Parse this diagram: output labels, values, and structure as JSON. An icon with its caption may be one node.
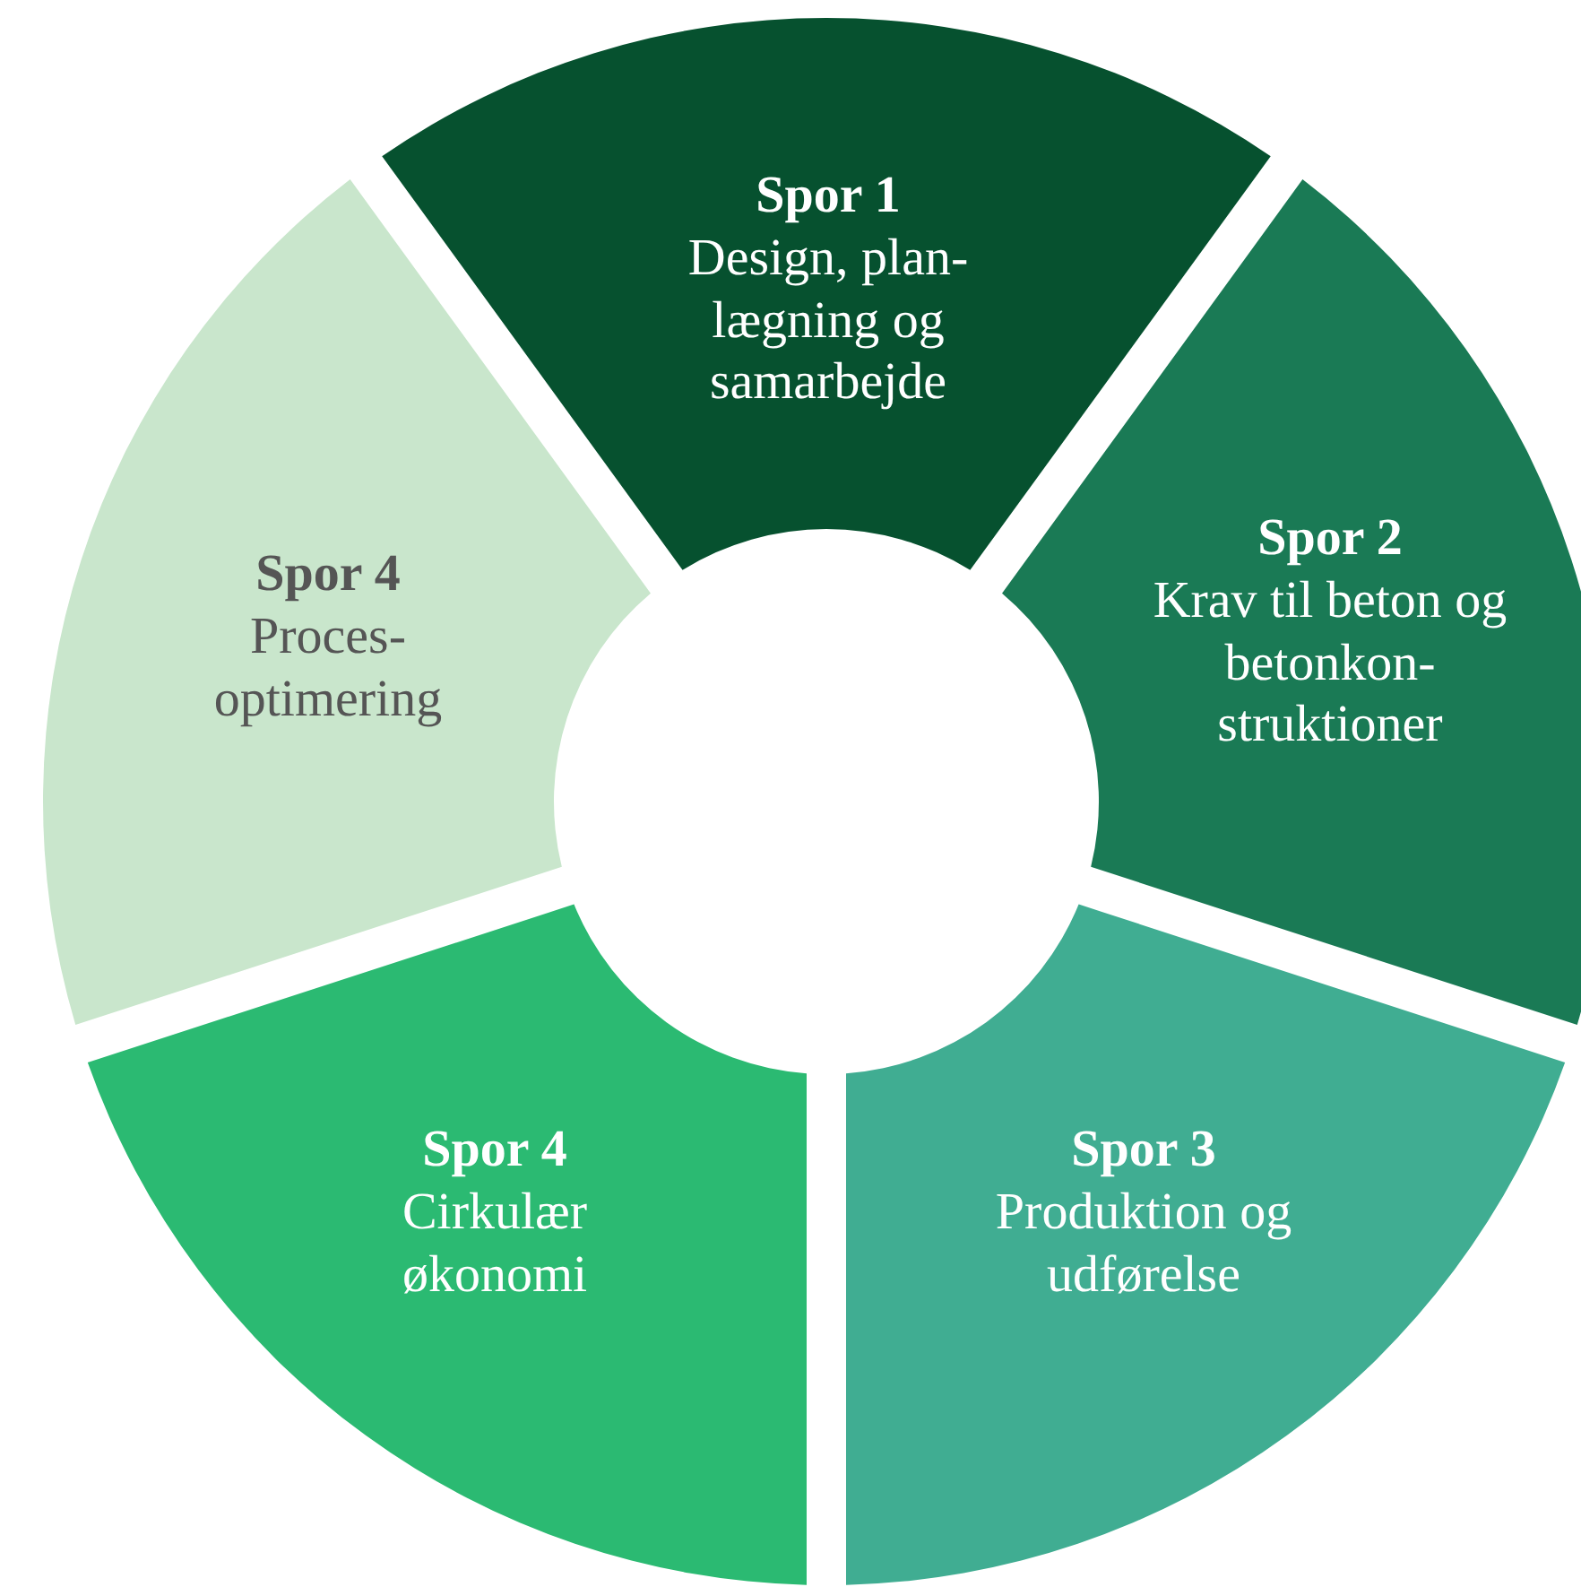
{
  "diagram": {
    "nodes": [
      {
        "text": [
          "Spor 1",
          "Design, plan- lægning og samarbejde"
        ]
      },
      {
        "text": [
          "Spor 2",
          "Krav til beton og betonkon- struktioner"
        ]
      },
      {
        "text": [
          "Spor 3",
          "Produktion og udførelse"
        ]
      },
      {
        "text": [
          "Spor 4",
          "Cirkulær økonomi"
        ]
      },
      {
        "text": [
          "Spor 4",
          "Proces- optimering"
        ]
      }
    ]
  }
}
